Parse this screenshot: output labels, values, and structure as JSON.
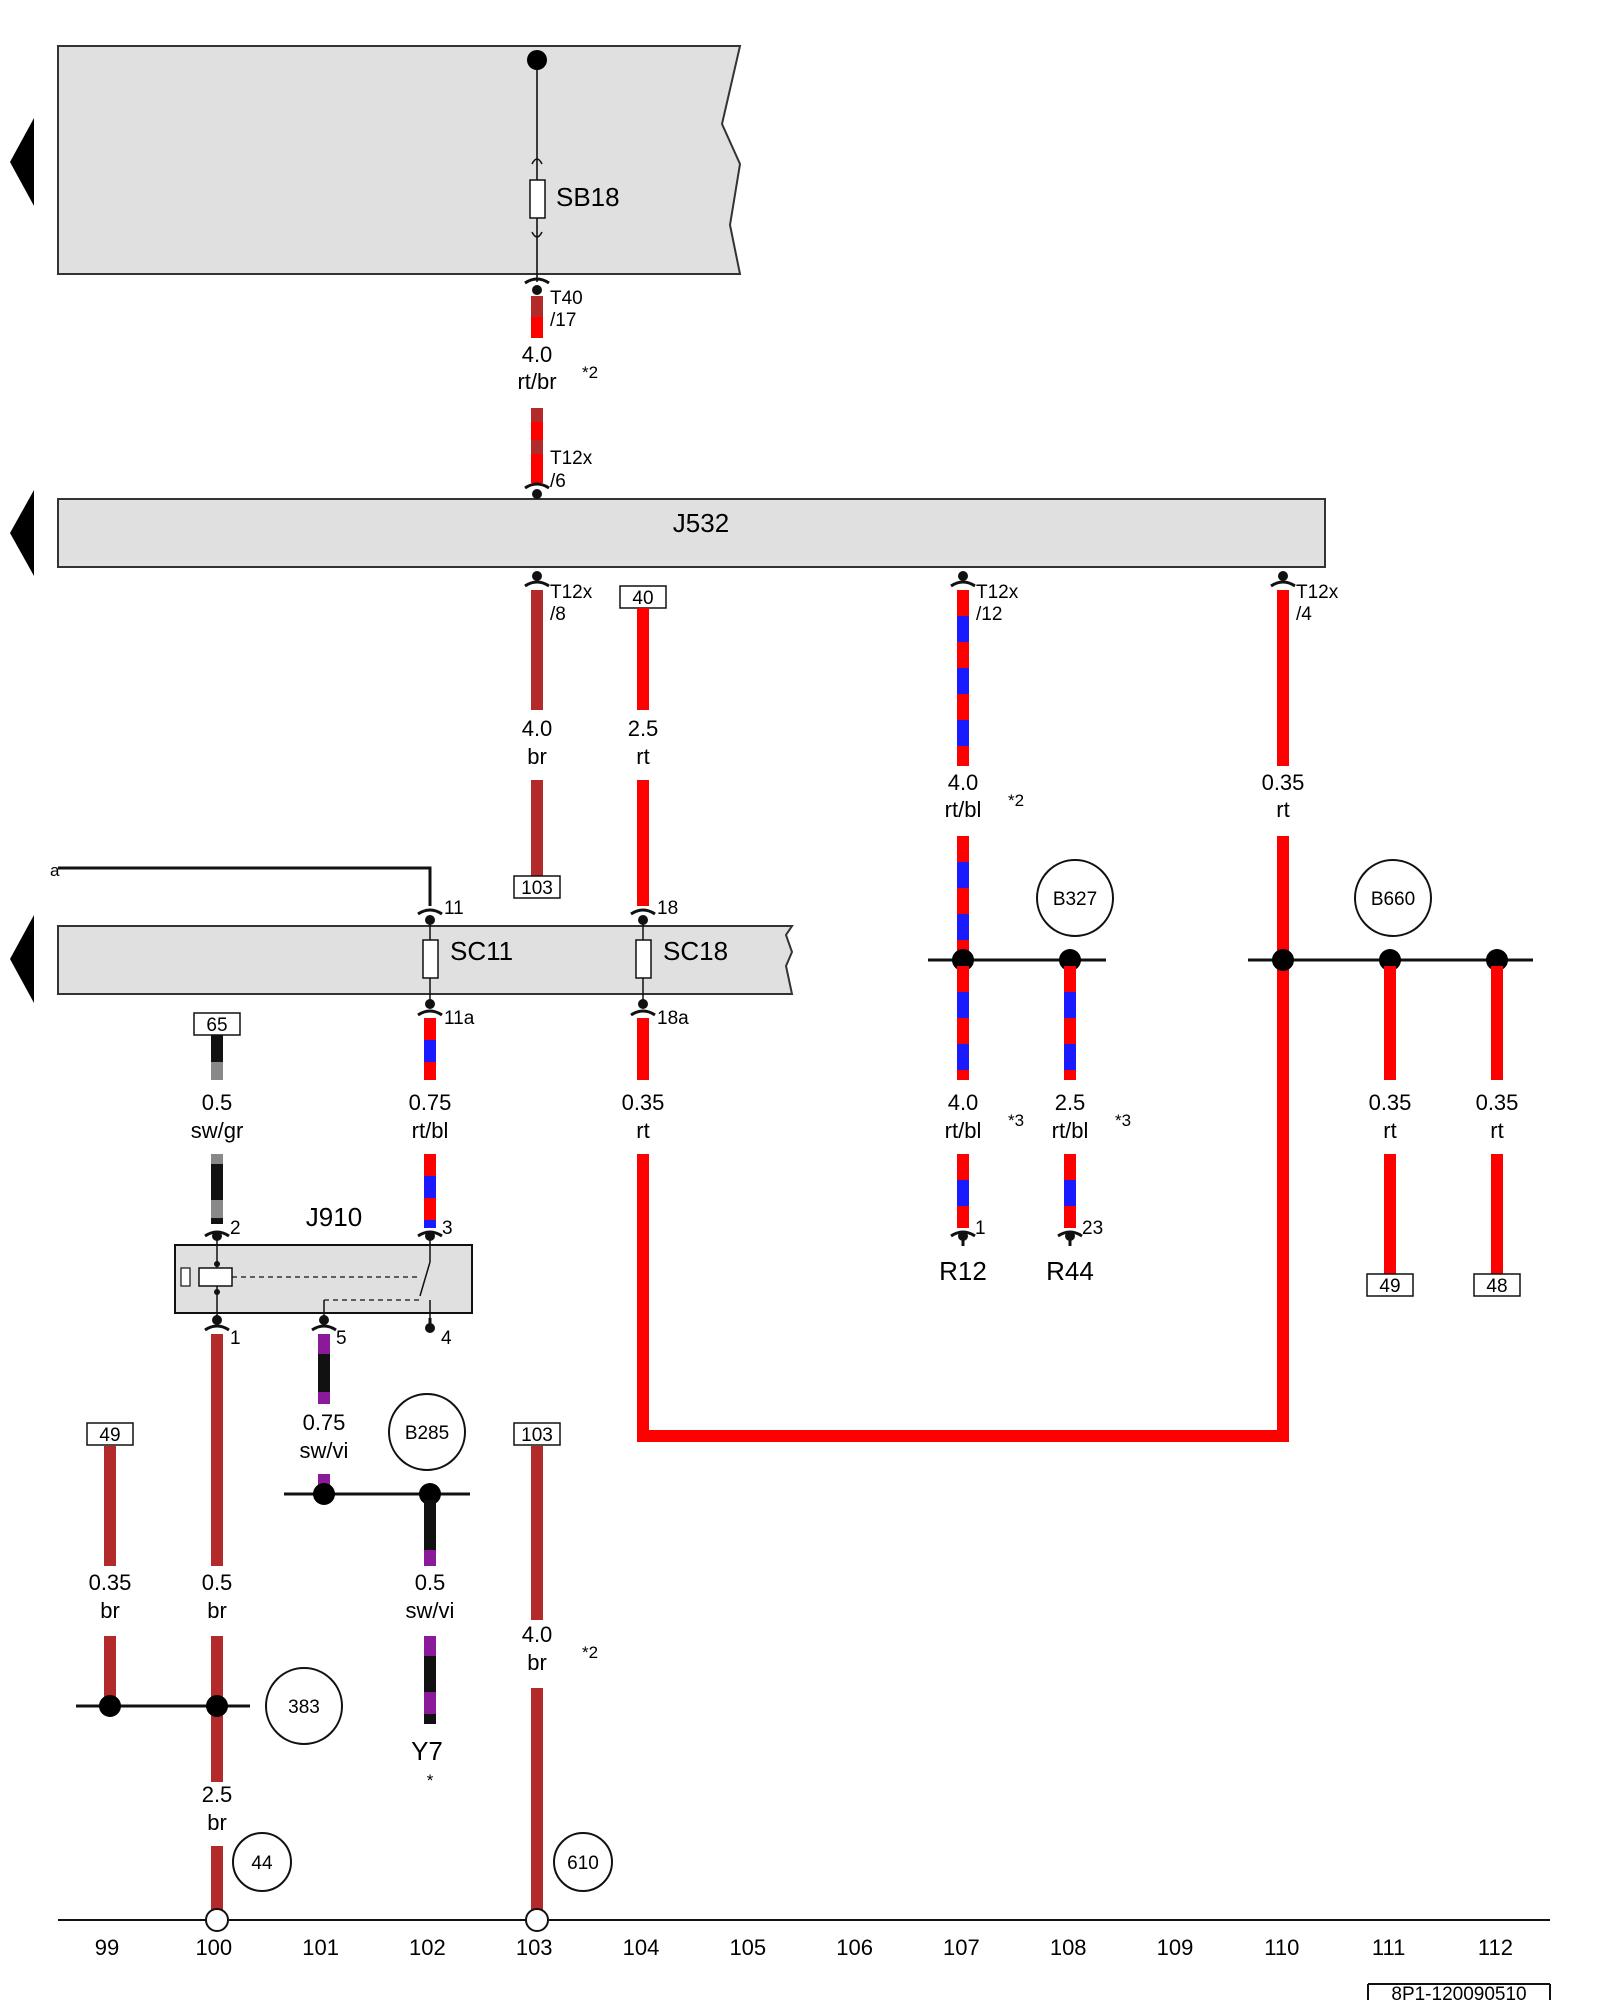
{
  "colors": {
    "panel_fill": "#e0e0e0",
    "wire_red": "#ff0000",
    "wire_brown": "#b22a2a",
    "wire_blue": "#1a1aff",
    "wire_black": "#111111",
    "wire_grey": "#888888",
    "wire_violet": "#8b1a9b"
  },
  "components": {
    "fuse_sb18": "SB18",
    "relay_box": "J532",
    "fuse_sc11": "SC11",
    "fuse_sc18": "SC18",
    "relay_j910": "J910",
    "r12": "R12",
    "r44": "R44",
    "y7": "Y7",
    "y7_note": "*"
  },
  "connectors": {
    "t40_17_a": "T40",
    "t40_17_b": "/17",
    "t12x_6_a": "T12x",
    "t12x_6_b": "/6",
    "t12x_8_a": "T12x",
    "t12x_8_b": "/8",
    "t12x_12_a": "T12x",
    "t12x_12_b": "/12",
    "t12x_4_a": "T12x",
    "t12x_4_b": "/4",
    "pin_11": "11",
    "pin_18": "18",
    "pin_11a": "11a",
    "pin_18a": "18a",
    "pin_j910_2": "2",
    "pin_j910_3": "3",
    "pin_j910_1": "1",
    "pin_j910_5": "5",
    "pin_j910_4": "4",
    "pin_r12": "1",
    "pin_r44": "23",
    "wire_a": "a"
  },
  "wires": {
    "w1_size": "4.0",
    "w1_color": "rt/br",
    "w1_note": "*2",
    "w2_size": "4.0",
    "w2_color": "br",
    "w3_size": "2.5",
    "w3_color": "rt",
    "w4_size": "4.0",
    "w4_color": "rt/bl",
    "w4_note": "*2",
    "w5_size": "0.35",
    "w5_color": "rt",
    "w6_size": "0.5",
    "w6_color": "sw/gr",
    "w7_size": "0.75",
    "w7_color": "rt/bl",
    "w8_size": "0.35",
    "w8_color": "rt",
    "w9_size": "4.0",
    "w9_color": "rt/bl",
    "w9_note": "*3",
    "w10_size": "2.5",
    "w10_color": "rt/bl",
    "w10_note": "*3",
    "w11_size": "0.35",
    "w11_color": "rt",
    "w12_size": "0.35",
    "w12_color": "rt",
    "w13_size": "0.75",
    "w13_color": "sw/vi",
    "w14_size": "0.35",
    "w14_color": "br",
    "w15_size": "0.5",
    "w15_color": "br",
    "w16_size": "0.5",
    "w16_color": "sw/vi",
    "w17_size": "4.0",
    "w17_color": "br",
    "w17_note": "*2",
    "w18_size": "2.5",
    "w18_color": "br"
  },
  "references": {
    "ref_40": "40",
    "ref_103_top": "103",
    "ref_65": "65",
    "ref_49_right": "49",
    "ref_48": "48",
    "ref_49_left": "49",
    "ref_103_bottom": "103"
  },
  "connection_points": {
    "b327": "B327",
    "b660": "B660",
    "b285": "B285",
    "p383": "383",
    "p44": "44",
    "p610": "610"
  },
  "column_numbers": [
    "99",
    "100",
    "101",
    "102",
    "103",
    "104",
    "105",
    "106",
    "107",
    "108",
    "109",
    "110",
    "111",
    "112"
  ],
  "doc_code": "8P1-120090510"
}
